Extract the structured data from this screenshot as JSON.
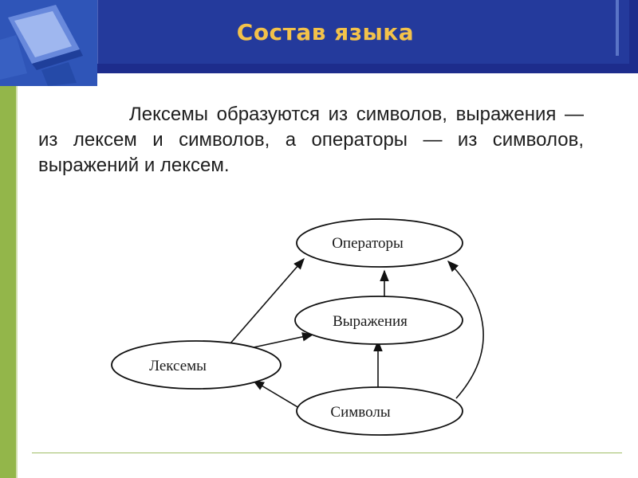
{
  "slide": {
    "title": "Состав языка",
    "paragraph": "Лексемы образуются из символов, выражения — из лексем и символов, а операторы — из символов, выражений и лексем."
  },
  "diagram": {
    "nodes": {
      "operators": "Операторы",
      "expressions": "Выражения",
      "lexemes": "Лексемы",
      "symbols": "Символы"
    }
  },
  "colors": {
    "header_bg": "#1d2c8c",
    "title_text": "#f3c24a",
    "accent_green": "#93b64a"
  },
  "icons": [
    "monitor-logo-icon"
  ]
}
